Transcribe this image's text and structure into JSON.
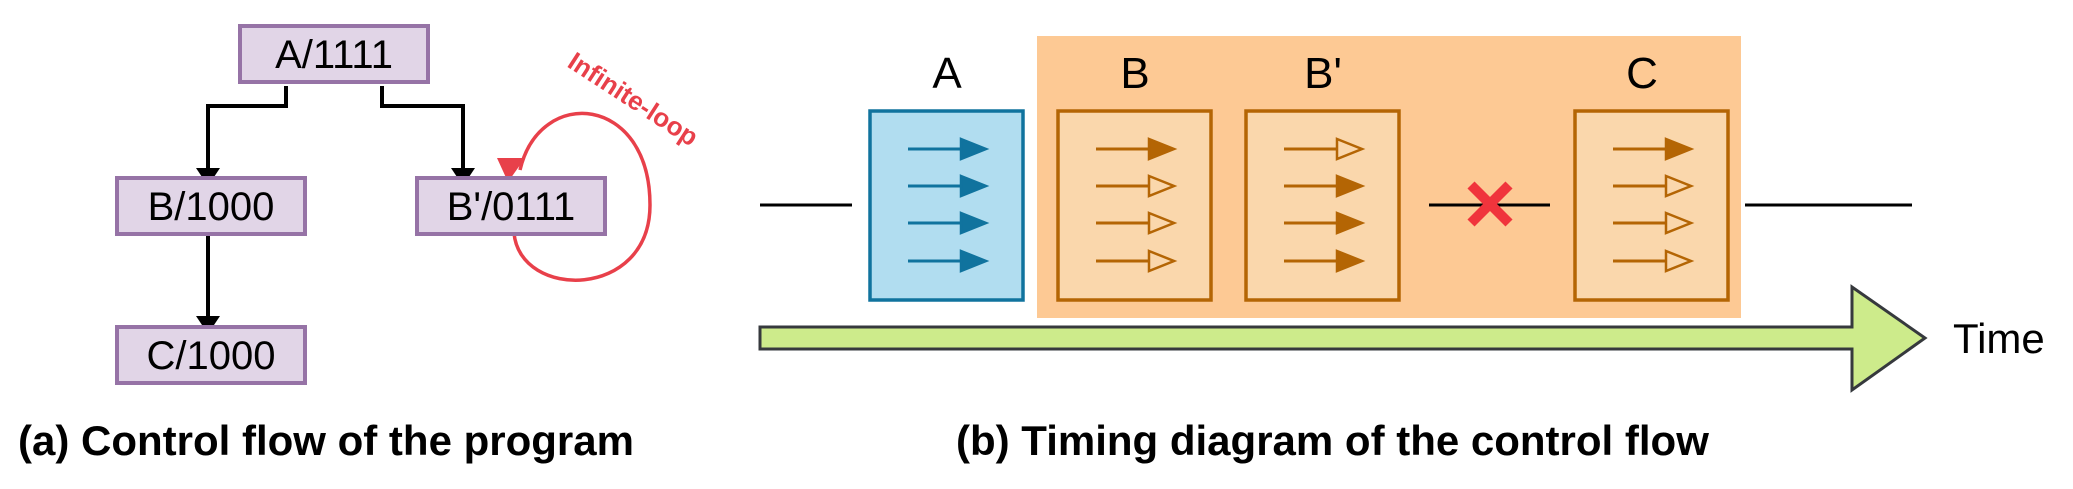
{
  "control_flow": {
    "nodes": {
      "a": "A/1111",
      "b": "B/1000",
      "bp": "B'/0111",
      "c": "C/1000"
    },
    "loop_label": "Infinite-loop",
    "caption": "(a) Control flow of the program"
  },
  "timing": {
    "blocks": {
      "a": {
        "label": "A",
        "arrows": [
          "filled",
          "filled",
          "filled",
          "filled"
        ]
      },
      "b": {
        "label": "B",
        "arrows": [
          "filled",
          "hollow",
          "hollow",
          "hollow"
        ]
      },
      "bp": {
        "label": "B'",
        "arrows": [
          "hollow",
          "filled",
          "filled",
          "filled"
        ]
      },
      "c": {
        "label": "C",
        "arrows": [
          "filled",
          "hollow",
          "hollow",
          "hollow"
        ]
      }
    },
    "time_label": "Time",
    "caption": "(b) Timing diagram of the control flow"
  },
  "colors": {
    "node_fill": "#e1d5e7",
    "node_stroke": "#9673a6",
    "loop": "#e8404a",
    "a_fill": "#b1ddf0",
    "a_stroke": "#10739e",
    "orange_region": "#fdc994",
    "orange_block_fill": "#fad7ac",
    "orange_stroke": "#b46504",
    "time_fill": "#cdeb8b",
    "cross": "#f0343c"
  }
}
